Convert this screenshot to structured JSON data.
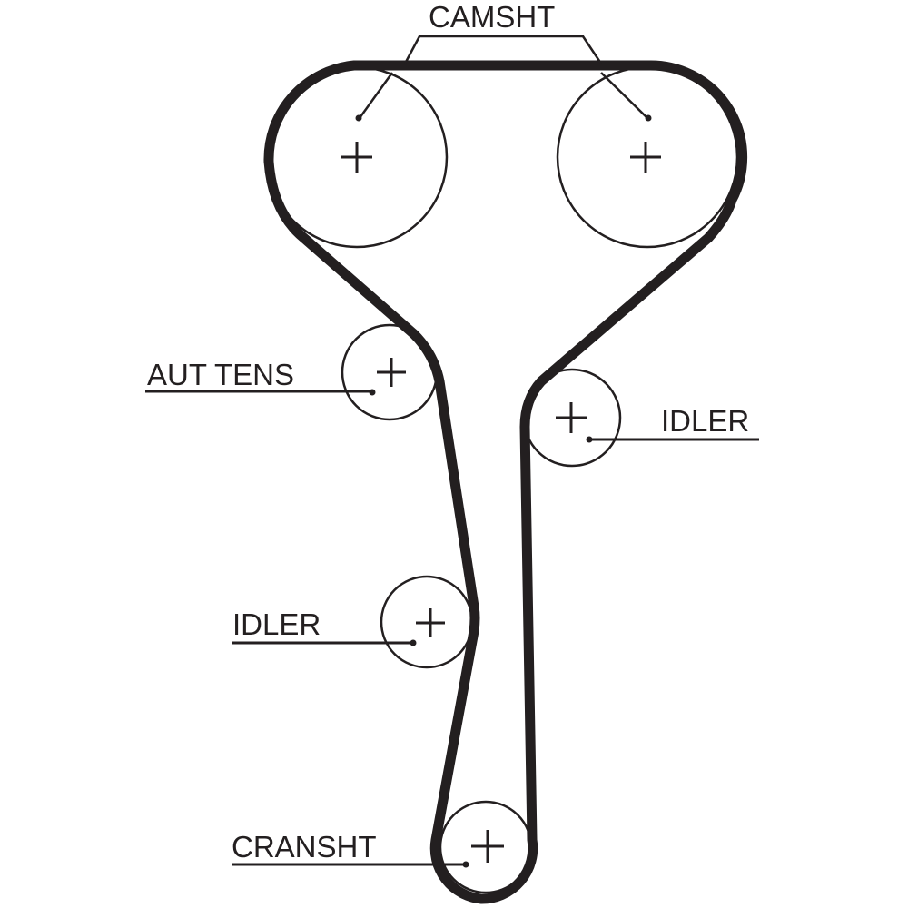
{
  "title": "Timing belt routing diagram",
  "colors": {
    "line": "#231f20",
    "background": "#ffffff"
  },
  "labels": {
    "camshaft": "CAMSHT",
    "auto_tensioner": "AUT TENS",
    "idler_right": "IDLER",
    "idler_left": "IDLER",
    "crankshaft": "CRANSHT"
  },
  "components": [
    {
      "id": "camshaft-left",
      "type": "pulley",
      "label_ref": "camshaft"
    },
    {
      "id": "camshaft-right",
      "type": "pulley",
      "label_ref": "camshaft"
    },
    {
      "id": "auto-tensioner",
      "type": "tensioner",
      "label_ref": "auto_tensioner"
    },
    {
      "id": "idler-right",
      "type": "idler",
      "label_ref": "idler_right"
    },
    {
      "id": "idler-left",
      "type": "idler",
      "label_ref": "idler_left"
    },
    {
      "id": "crankshaft",
      "type": "pulley",
      "label_ref": "crankshaft"
    }
  ]
}
